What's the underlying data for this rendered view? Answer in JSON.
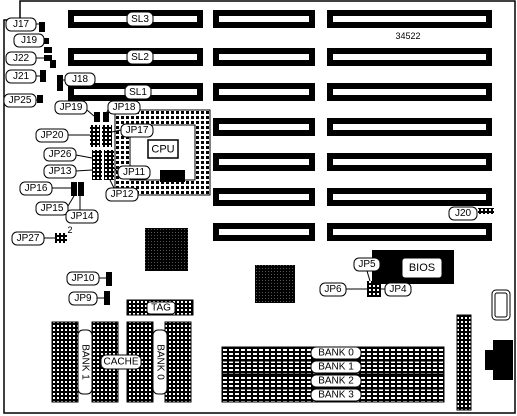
{
  "board_number": "34522",
  "slot_labels": [
    "SL3",
    "SL2",
    "SL1"
  ],
  "jumpers": {
    "J17": "J17",
    "J19": "J19",
    "J22": "J22",
    "J21": "J21",
    "J18": "J18",
    "JP25": "JP25",
    "JP19": "JP19",
    "JP18": "JP18",
    "JP20": "JP20",
    "JP17": "JP17",
    "JP26": "JP26",
    "JP13": "JP13",
    "JP11": "JP11",
    "JP12": "JP12",
    "JP16": "JP16",
    "JP15": "JP15",
    "JP14": "JP14",
    "JP27": "JP27",
    "JP10": "JP10",
    "JP9": "JP9",
    "J20": "J20",
    "JP5": "JP5",
    "JP6": "JP6",
    "JP4": "JP4"
  },
  "jp27_pin": "2",
  "chips": {
    "cpu": "CPU",
    "bios": "BIOS",
    "tag": "TAG",
    "cache": "CACHE"
  },
  "cache_banks": [
    "BANK 1",
    "BANK 0"
  ],
  "memory_banks": [
    "BANK 0",
    "BANK 1",
    "BANK 2",
    "BANK 3"
  ]
}
